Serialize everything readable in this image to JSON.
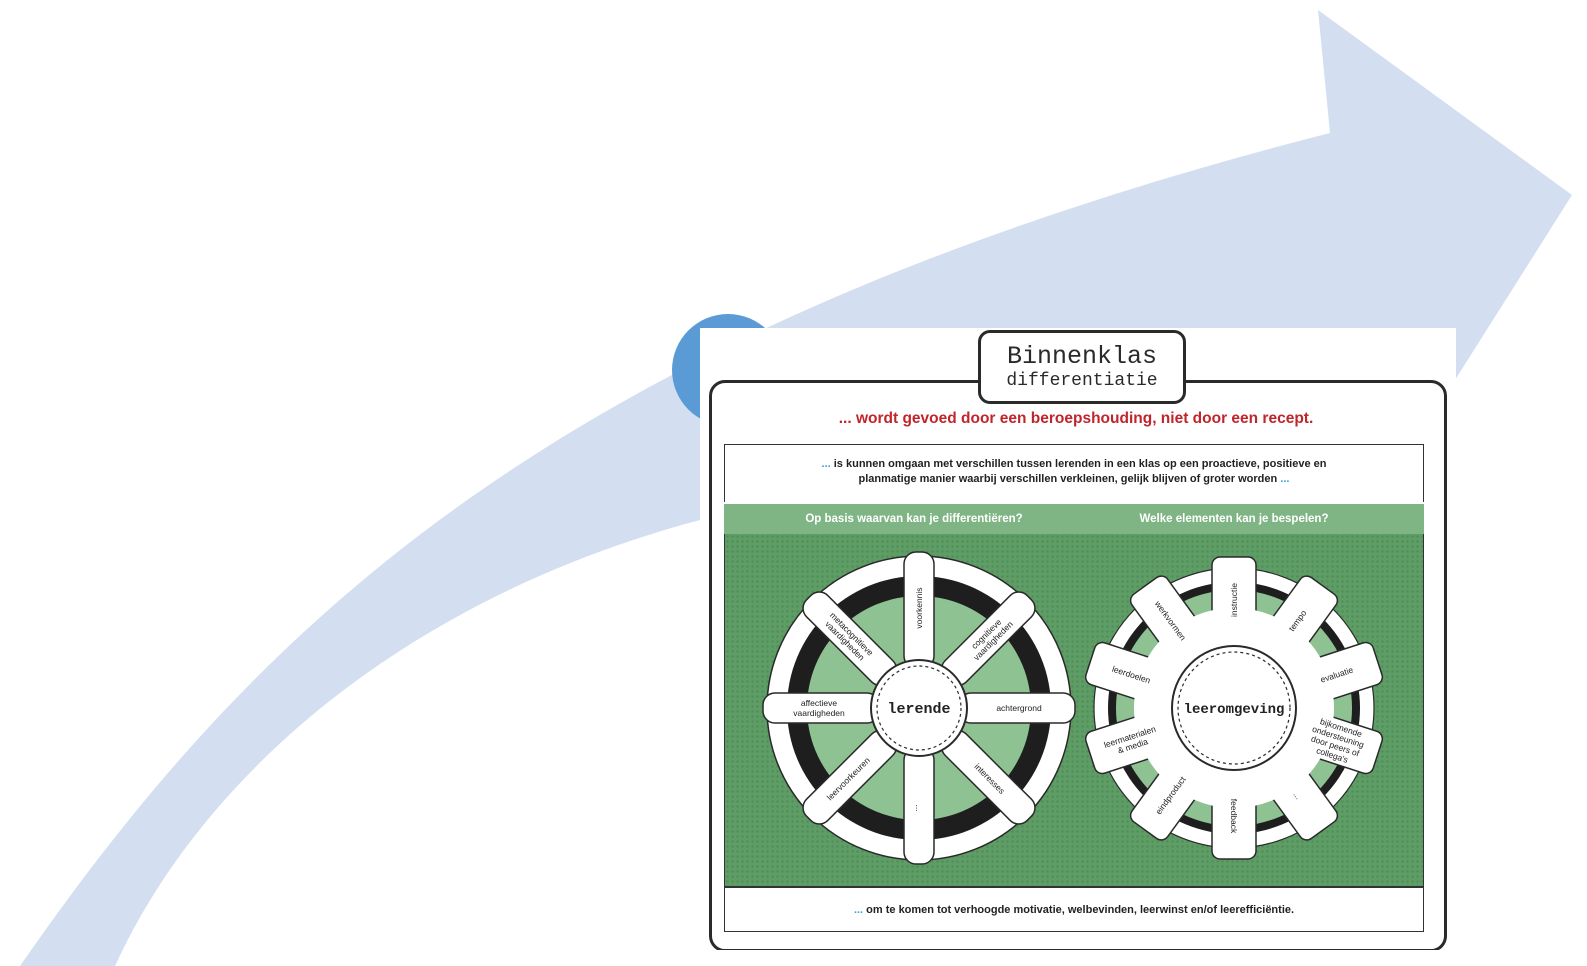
{
  "poster": {
    "title_line1": "Binnenklas",
    "title_line2": "differentiatie",
    "subtitle": "... wordt gevoed door een beroepshouding, niet door een recept.",
    "description_ellipsis_start": "...",
    "description": "is kunnen omgaan met verschillen tussen lerenden in een klas op een proactieve, positieve en planmatige manier waarbij verschillen verkleinen, gelijk blijven of groter worden",
    "description_ellipsis_end": "...",
    "question_left": "Op basis waarvan kan je differentiëren?",
    "question_right": "Welke elementen kan je bespelen?",
    "footer_ellipsis": "...",
    "footer": "om te komen tot verhoogde motivatie, welbevinden, leerwinst en/of leerefficiëntie."
  },
  "gear_left": {
    "hub": "lerende",
    "spokes": [
      {
        "label": [
          "voorkennis"
        ]
      },
      {
        "label": [
          "cognitieve",
          "vaardigheden"
        ]
      },
      {
        "label": [
          "achtergrond"
        ]
      },
      {
        "label": [
          "interesses"
        ]
      },
      {
        "label": [
          "..."
        ]
      },
      {
        "label": [
          "leervoorkeuren"
        ]
      },
      {
        "label": [
          "affectieve",
          "vaardigheden"
        ]
      },
      {
        "label": [
          "metacognitieve",
          "vaardigheden"
        ]
      }
    ]
  },
  "gear_right": {
    "hub": "leeromgeving",
    "spokes": [
      {
        "label": [
          "instructie"
        ]
      },
      {
        "label": [
          "tempo"
        ]
      },
      {
        "label": [
          "evaluatie"
        ]
      },
      {
        "label": [
          "bijkomende",
          "ondersteuning",
          "door peers of",
          "collega's"
        ]
      },
      {
        "label": [
          "..."
        ]
      },
      {
        "label": [
          "feedback"
        ]
      },
      {
        "label": [
          "eindproduct"
        ]
      },
      {
        "label": [
          "leermaterialen",
          "& media"
        ]
      },
      {
        "label": [
          "leerdoelen"
        ]
      },
      {
        "label": [
          "werkvormen"
        ]
      }
    ]
  },
  "colors": {
    "arrow": "#d3dff0",
    "bullet": "#5b9bd5",
    "accent_red": "#c0252b",
    "green": "#7fb584"
  }
}
